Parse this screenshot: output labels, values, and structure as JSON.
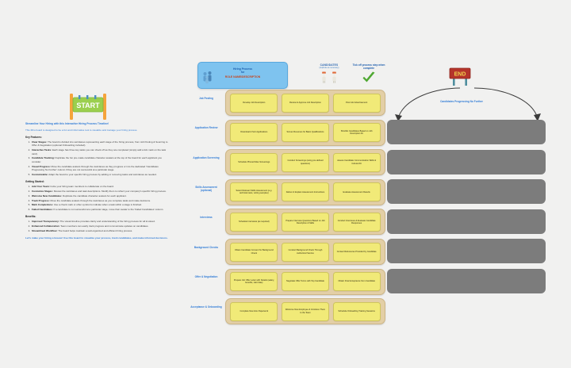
{
  "colors": {
    "canvas": "#f1f1f0",
    "accent_blue": "#2f7bd6",
    "lane_band": "#e3cfa6",
    "task_card": "#f1ea78",
    "reject_slot": "#7c7c7c",
    "title_card": "#7ec3ef",
    "end_red": "#b5342b"
  },
  "start_banner": {
    "label": "START"
  },
  "info": {
    "headline": "Streamline Your Hiring with this Interactive Hiring Process Timeline!",
    "intro": "This Miro board is designed to be a fun and informative tool to visualize and manage your hiring process.",
    "key_features_title": "Key Features:",
    "key_features": [
      {
        "term": "Clear Stages:",
        "desc": "The board is divided into swimlanes representing each stage of the hiring process, from Job Posting & Sourcing to Offer & Negotiation (optional Onboarding included)."
      },
      {
        "term": "Interactive Tasks:",
        "desc": "Each stage has three key tasks you can check off as they are completed (simply add a tick mark on the task card)."
      },
      {
        "term": "Candidate Tracking:",
        "desc": "Duplicate the fun pre-made candidate character avatars at the top of the board for each applicant you consider."
      },
      {
        "term": "Visual Progress:",
        "desc": "Move the candidate avatars through the swimlanes as they progress or into the dedicated 'Candidates Progressing No Further' column if they are not successful at a particular stage."
      },
      {
        "term": "Customizable:",
        "desc": "Adapt the board to your specific hiring process by adding or removing tasks and swimlanes as needed."
      }
    ],
    "getting_started_title": "Getting Started:",
    "getting_started": [
      {
        "term": "Add Your Team:",
        "desc": "Invite your hiring team members to collaborate on the board."
      },
      {
        "term": "Customize Stages:",
        "desc": "Review the swimlanes and task descriptions. Modify them to reflect your company's specific hiring process."
      },
      {
        "term": "Welcome New Candidates:",
        "desc": "Duplicate the candidate character avatars for each applicant."
      },
      {
        "term": "Track Progress:",
        "desc": "Move the candidate avatars through the swimlanes as you complete tasks and make decisions."
      },
      {
        "term": "Mark Completions:",
        "desc": "Use a check mark or other symbol to indicate when a task within a stage is finished."
      },
      {
        "term": "Failed Candidates:",
        "desc": "If a candidate is not successful at a particular stage, move their avatar to the 'Failed Candidates' column."
      }
    ],
    "benefits_title": "Benefits:",
    "benefits": [
      {
        "term": "Improved Transparency:",
        "desc": "The visual timeline provides clarity and understanding of the hiring process for all involved."
      },
      {
        "term": "Enhanced Collaboration:",
        "desc": "Team members can easily track progress and communicate updates on candidates."
      },
      {
        "term": "Streamlined Workflow:",
        "desc": "The board helps maintain a well-organized and efficient hiring process."
      }
    ],
    "closing": "Let's make your hiring a breeze! Use this board to visualize your process, track candidates, and make informed decisions."
  },
  "header": {
    "title_line1": "Hiring Process",
    "title_line2": "for",
    "title_line3": "ROLE NAME/DESCRIPTION",
    "candidates_legend_title": "CANDIDATES",
    "candidates_legend_sub": "(duplicate as necessary)",
    "tick_legend": "Tick off process step when complete"
  },
  "reject_column": {
    "end_label": "END",
    "title": "Candidates Progressing No Further",
    "slots": 6
  },
  "lanes": [
    {
      "label": "Job Posting",
      "tasks": [
        "Develop Job Description",
        "Review & Approve Job Description",
        "Post Job Advertisement"
      ]
    },
    {
      "label": "Application Review",
      "tasks": [
        "Download & Sort Applications",
        "Screen Resumes for Basic Qualifications",
        "Shortlist Candidates Based on Job Description Fit"
      ]
    },
    {
      "label": "Application Screening",
      "tasks": [
        "Schedule Phone/Video Screenings",
        "Conduct Screenings (using pre-defined questions)",
        "Assess Candidate Communication Skills & Cultural Fit"
      ]
    },
    {
      "label": "Skills Assessment (optional)",
      "tasks": [
        "Select Relevant Skills Assessment (e.g. technical tests, writing samples)",
        "Deliver & Explain Assessment Instructions",
        "Evaluate Assessment Results"
      ]
    },
    {
      "label": "Interviews",
      "tasks": [
        "Schedule Interviews (as required)",
        "Prepare Interview Questions Based on Job Description & Skills",
        "Conduct Interviews & Evaluate Candidate Responses"
      ]
    },
    {
      "label": "Background Checks",
      "tasks": [
        "Obtain Candidate Consent for Background Check",
        "Conduct Background Check Through Authorized Service",
        "Contact References Provided by Candidate"
      ]
    },
    {
      "label": "Offer & Negotiation",
      "tasks": [
        "Prepare Job Offer Letter with Details (salary, benefits, start date)",
        "Negotiate Offer Terms with Top Candidate",
        "Obtain Final Acceptance from Candidate"
      ]
    },
    {
      "label": "Acceptance & Onboarding",
      "tasks": [
        "Complete New Hire Paperwork",
        "Welcome New Employee & Introduce Them to the Team",
        "Schedule Onboarding Training Sessions"
      ]
    }
  ]
}
